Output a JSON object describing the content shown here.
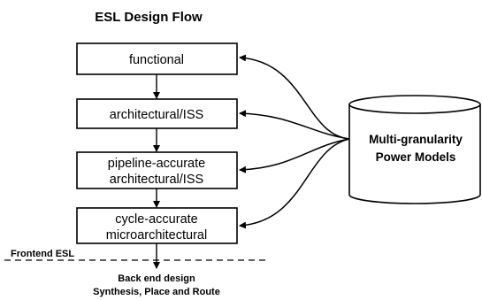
{
  "title": "ESL Design Flow",
  "stages": [
    {
      "lines": [
        "functional"
      ]
    },
    {
      "lines": [
        "architectural/ISS"
      ]
    },
    {
      "lines": [
        "pipeline-accurate",
        "architectural/ISS"
      ]
    },
    {
      "lines": [
        "cycle-accurate",
        "microarchitectural"
      ]
    }
  ],
  "database": {
    "lines": [
      "Multi-granularity",
      "Power Models"
    ]
  },
  "divider_label": "Frontend ESL",
  "backend": {
    "line1": "Back end design",
    "line2": "Synthesis, Place and Route"
  }
}
